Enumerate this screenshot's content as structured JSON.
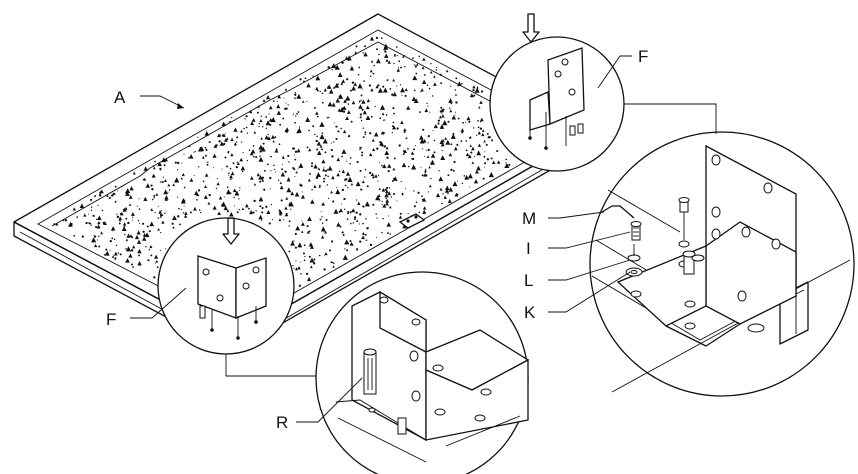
{
  "labels": {
    "a": "A",
    "f_top": "F",
    "f_bottom": "F",
    "m": "M",
    "i": "I",
    "l": "L",
    "k": "K",
    "r": "R"
  },
  "colors": {
    "line": "#111111",
    "background": "#ffffff"
  },
  "icons": {
    "arrow": "down-arrow-icon"
  }
}
